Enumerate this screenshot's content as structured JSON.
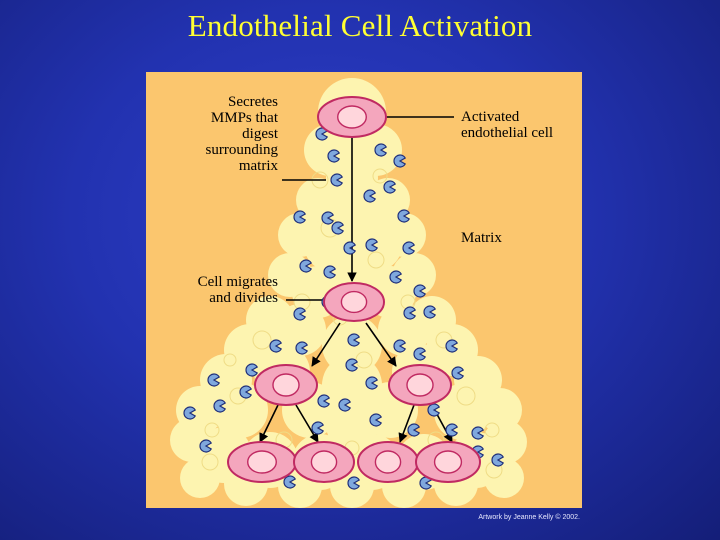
{
  "title": "Endothelial Cell Activation",
  "labels": {
    "secretes": "Secretes\nMMPs that\ndigest\nsurrounding\nmatrix",
    "activated": "Activated\nendothelial cell",
    "matrix": "Matrix",
    "migrates": "Cell migrates\nand divides"
  },
  "credit": "Artwork by Jeanne Kelly © 2002.",
  "colors": {
    "background": "#2232b0",
    "title": "#ffff33",
    "panel": "#fbc66e",
    "matrix": "#fdf4b0",
    "cell_body": "#f4a6bd",
    "cell_border": "#c02a62",
    "nucleus": "#ffd6dc",
    "mmp": "#7fa8dd"
  },
  "icons": [
    "mmp-enzyme-icon",
    "cell-icon",
    "arrow-icon"
  ]
}
